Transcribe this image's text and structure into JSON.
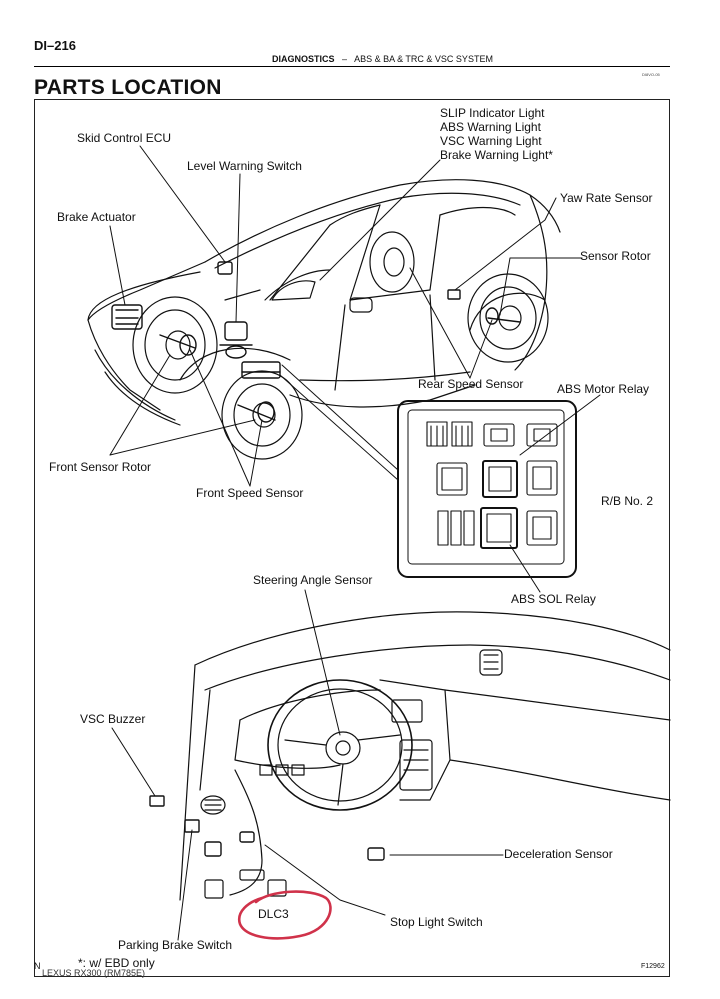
{
  "header": {
    "page_number": "DI–216",
    "section": "DIAGNOSTICS",
    "separator": "–",
    "subsection": "ABS & BA & TRC & VSC SYSTEM",
    "doc_code": "DI8VO-05"
  },
  "title": "PARTS LOCATION",
  "labels": {
    "skid_control_ecu": "Skid Control ECU",
    "level_warning_switch": "Level Warning Switch",
    "brake_actuator": "Brake Actuator",
    "slip_indicator": "SLIP Indicator Light",
    "abs_warning": "ABS Warning Light",
    "vsc_warning": "VSC Warning Light",
    "brake_warning": "Brake Warning Light*",
    "yaw_rate_sensor": "Yaw Rate Sensor",
    "sensor_rotor": "Sensor Rotor",
    "rear_speed_sensor": "Rear Speed Sensor",
    "abs_motor_relay": "ABS Motor Relay",
    "front_sensor_rotor": "Front Sensor Rotor",
    "front_speed_sensor": "Front Speed Sensor",
    "rb_no2": "R/B No. 2",
    "abs_sol_relay": "ABS SOL Relay",
    "steering_angle_sensor": "Steering Angle Sensor",
    "vsc_buzzer": "VSC Buzzer",
    "deceleration_sensor": "Deceleration Sensor",
    "dlc3": "DLC3",
    "stop_light_switch": "Stop Light Switch",
    "parking_brake_switch": "Parking Brake Switch"
  },
  "footnote": "*: w/ EBD only",
  "footer": {
    "marker": "N",
    "model": "LEXUS RX300   (RM785E)",
    "figure_code": "F12962"
  },
  "colors": {
    "ink": "#111111",
    "annotation": "#d0324a"
  }
}
